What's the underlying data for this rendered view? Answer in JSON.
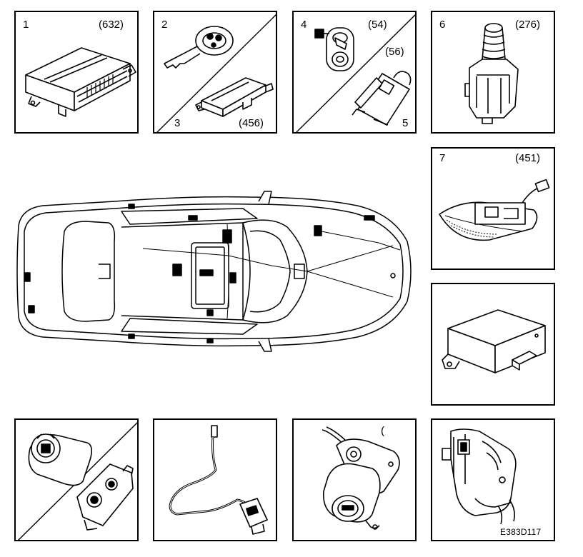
{
  "diagram": {
    "drawing_code": "E383D117",
    "panels": {
      "p1": {
        "num": "1",
        "ref": "(632)"
      },
      "p2": {
        "num_a": "2",
        "num_b": "3",
        "ref": "(456)"
      },
      "p3": {
        "num_a": "4",
        "ref_a": "(54)",
        "ref_b": "(56)",
        "num_b": "5"
      },
      "p4": {
        "num": "6",
        "ref": "(276)"
      },
      "p5": {
        "num": "7",
        "ref": "(451)"
      },
      "p10": {
        "mark": "("
      }
    }
  }
}
